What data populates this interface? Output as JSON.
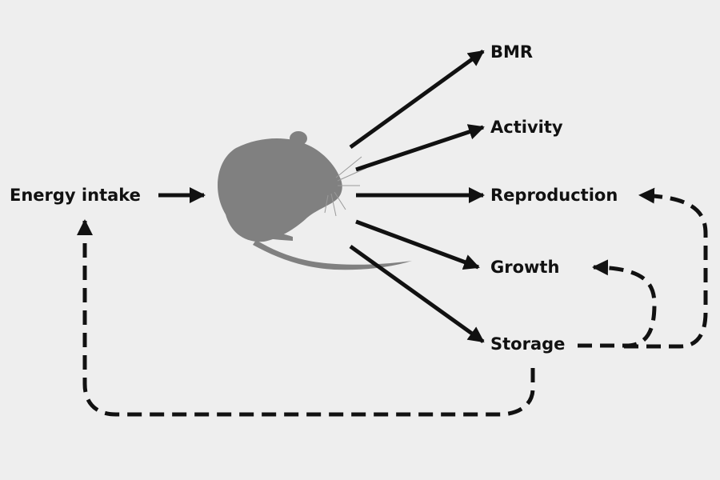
{
  "diagram": {
    "input_label": "Energy intake",
    "outputs": {
      "bmr": "BMR",
      "activity": "Activity",
      "reproduction": "Reproduction",
      "growth": "Growth",
      "storage": "Storage"
    },
    "icon": "mouse-icon",
    "colors": {
      "background": "#eeeeee",
      "arrow": "#111111",
      "mouse": "#808080"
    }
  }
}
